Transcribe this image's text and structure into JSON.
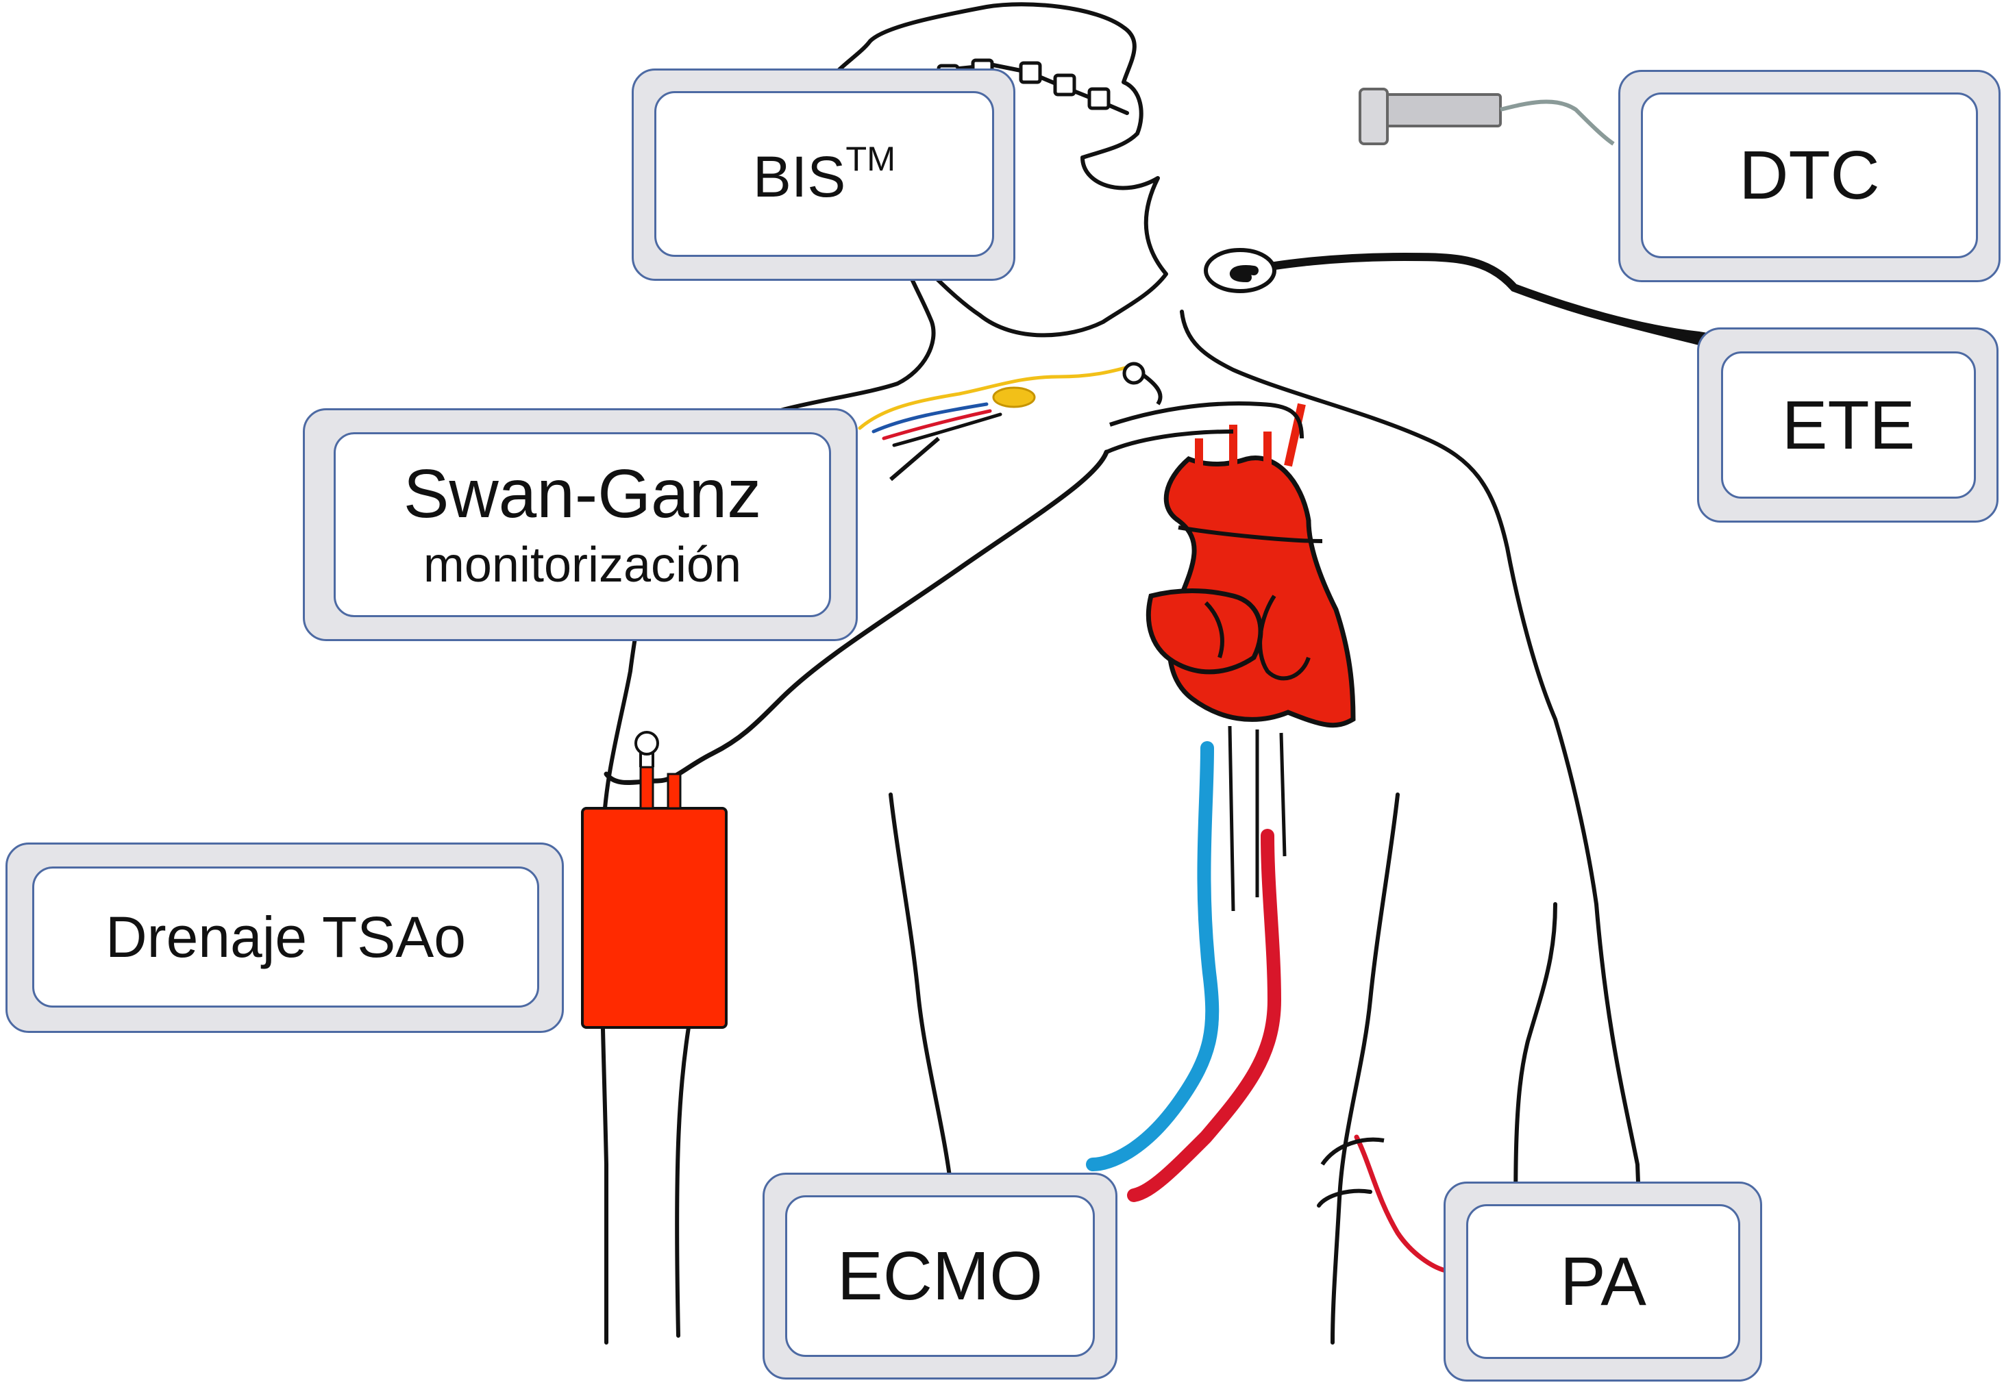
{
  "labels": {
    "bis": {
      "text": "BIS",
      "sup": "TM"
    },
    "dtc": "DTC",
    "ete": "ETE",
    "swan_ganz": {
      "line1": "Swan-Ganz",
      "line2": "monitorización"
    },
    "drenaje": "Drenaje TSAo",
    "ecmo": "ECMO",
    "pa": "PA"
  },
  "colors": {
    "card_border": "#4d6aa3",
    "card_fill": "#e4e4e8",
    "heart_red": "#e8220f",
    "ecmo_venous": "#1a9ad6",
    "ecmo_arterial": "#d8162a",
    "swan_lead_yellow": "#f2c018",
    "bag_red": "#ff2a00"
  }
}
